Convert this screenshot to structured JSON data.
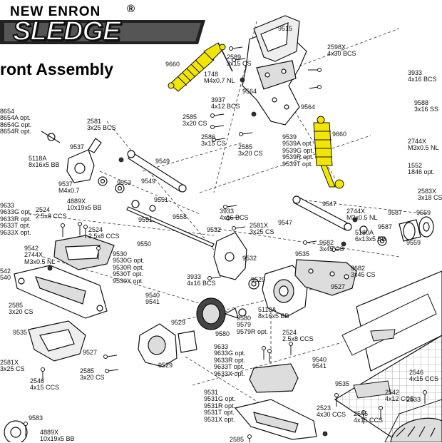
{
  "brand": {
    "logo_top": "NEW ENRON",
    "registered": "®",
    "logo_main": "SLEDGE"
  },
  "title": "ront Assembly",
  "accent_color": "#f2e600",
  "labels": [
    {
      "id": "l9515",
      "lines": [
        "9515"
      ]
    },
    {
      "id": "l2598x",
      "lines": [
        "2598X",
        "4x30 BCS"
      ]
    },
    {
      "id": "l2589",
      "lines": [
        "2589",
        "3x15 CS"
      ]
    },
    {
      "id": "l9660a",
      "lines": [
        "9660"
      ]
    },
    {
      "id": "l1748",
      "lines": [
        "1748",
        "M4x0.7 NL"
      ]
    },
    {
      "id": "l9564a",
      "lines": [
        "9564"
      ]
    },
    {
      "id": "l3933a",
      "lines": [
        "3933",
        "4x16 BCS"
      ]
    },
    {
      "id": "l9588",
      "lines": [
        "9588",
        "3x16 SS"
      ]
    },
    {
      "id": "l3937",
      "lines": [
        "3937",
        "4x12 BCS"
      ]
    },
    {
      "id": "l9564b",
      "lines": [
        "9564"
      ]
    },
    {
      "id": "l8654",
      "lines": [
        "8654",
        "8654A opt.",
        "8654G opt.",
        "8654R opt."
      ]
    },
    {
      "id": "l2581a",
      "lines": [
        "2581",
        "3x25 BCS"
      ]
    },
    {
      "id": "l2585a",
      "lines": [
        "2585",
        "3x20 CS"
      ]
    },
    {
      "id": "l9539",
      "lines": [
        "9539",
        "9539A opt.",
        "9539G opt.",
        "9539R opt.",
        "9539T opt."
      ]
    },
    {
      "id": "l9660b",
      "lines": [
        "9660"
      ]
    },
    {
      "id": "l2586",
      "lines": [
        "2586",
        "3x15 CS"
      ]
    },
    {
      "id": "l2585b",
      "lines": [
        "2585",
        "3x20 CS"
      ]
    },
    {
      "id": "l2744xa",
      "lines": [
        "2744X",
        "M3x0.5 NL"
      ]
    },
    {
      "id": "l9537a",
      "lines": [
        "9537"
      ]
    },
    {
      "id": "l5118aa",
      "lines": [
        "5118A",
        "8x16x5 BB"
      ]
    },
    {
      "id": "l9549",
      "lines": [
        "9549"
      ]
    },
    {
      "id": "l1552",
      "lines": [
        "1552",
        "1846 opt."
      ]
    },
    {
      "id": "l9537b",
      "lines": [
        "9537",
        "M4x0.7"
      ]
    },
    {
      "id": "l4889xa",
      "lines": [
        "4889X",
        "10x19x5 BB"
      ]
    },
    {
      "id": "l9553",
      "lines": [
        "9553"
      ]
    },
    {
      "id": "l9549b",
      "lines": [
        "9549"
      ]
    },
    {
      "id": "l9551a",
      "lines": [
        "9551"
      ]
    },
    {
      "id": "l2583x",
      "lines": [
        "2583X",
        "3x18 CS"
      ]
    },
    {
      "id": "l9633a",
      "lines": [
        "9633",
        "9633G opt.",
        "9633R opt.",
        "9633T opt.",
        "9633X opt."
      ]
    },
    {
      "id": "l2524a",
      "lines": [
        "2524",
        "2.5x8 CCS"
      ]
    },
    {
      "id": "l9551b",
      "lines": [
        "9551"
      ]
    },
    {
      "id": "l9558",
      "lines": [
        "9558"
      ]
    },
    {
      "id": "l9547a",
      "lines": [
        "9547"
      ]
    },
    {
      "id": "l9587a",
      "lines": [
        "9587"
      ]
    },
    {
      "id": "l9559a",
      "lines": [
        "9559"
      ]
    },
    {
      "id": "l2524b",
      "lines": [
        "2524",
        "2.5x8 CCS"
      ]
    },
    {
      "id": "l3933b",
      "lines": [
        "3933",
        "4x16 BCS"
      ]
    },
    {
      "id": "l2581xa",
      "lines": [
        "2581X",
        "3x25 CS"
      ]
    },
    {
      "id": "l2744xb",
      "lines": [
        "2744X",
        "M3x0.5 NL"
      ]
    },
    {
      "id": "l9547b",
      "lines": [
        "9547"
      ]
    },
    {
      "id": "l5180a",
      "lines": [
        "5180A",
        "6x13x5 BB"
      ]
    },
    {
      "id": "l9587b",
      "lines": [
        "9587"
      ]
    },
    {
      "id": "l9532a",
      "lines": [
        "9532"
      ]
    },
    {
      "id": "l9682a",
      "lines": [
        "9682",
        "3x45 CS"
      ]
    },
    {
      "id": "l9559b",
      "lines": [
        "9559"
      ]
    },
    {
      "id": "l9550",
      "lines": [
        "9550"
      ]
    },
    {
      "id": "l9542",
      "lines": [
        "9542",
        "2744X",
        "M3x0.5 NL"
      ]
    },
    {
      "id": "l9530",
      "lines": [
        "9530",
        "9530G opt.",
        "9530R opt.",
        "9530T opt.",
        "9530X opt."
      ]
    },
    {
      "id": "l9532b",
      "lines": [
        "9532"
      ]
    },
    {
      "id": "l9535a",
      "lines": [
        "9535"
      ]
    },
    {
      "id": "l9682b",
      "lines": [
        "9682",
        "3x45 CS"
      ]
    },
    {
      "id": "l542",
      "lines": [
        "542",
        "540"
      ]
    },
    {
      "id": "l3933c",
      "lines": [
        "3933",
        "4x16 BCS"
      ]
    },
    {
      "id": "l9529a",
      "lines": [
        "9529"
      ]
    },
    {
      "id": "l9527a",
      "lines": [
        "9527"
      ]
    },
    {
      "id": "l9540a",
      "lines": [
        "9540",
        "9541"
      ]
    },
    {
      "id": "l2585c",
      "lines": [
        "2585",
        "3x20 CS"
      ]
    },
    {
      "id": "l5118ab",
      "lines": [
        "5118A",
        "8x16x5 BB"
      ]
    },
    {
      "id": "l9529b",
      "lines": [
        "9529"
      ]
    },
    {
      "id": "l9580a",
      "lines": [
        "9580"
      ]
    },
    {
      "id": "l9580b",
      "lines": [
        "9580",
        "9579",
        "9579R opt."
      ]
    },
    {
      "id": "l9535b",
      "lines": [
        "9535"
      ]
    },
    {
      "id": "l2524c",
      "lines": [
        "2524",
        "2.5x8 CCS"
      ]
    },
    {
      "id": "l9527b",
      "lines": [
        "9527"
      ]
    },
    {
      "id": "l9633b",
      "lines": [
        "9633",
        "9633G opt.",
        "9633R opt.",
        "9633T opt.",
        "9633X opt."
      ]
    },
    {
      "id": "l2581xb",
      "lines": [
        "2581X",
        "3x25 CS"
      ]
    },
    {
      "id": "l9529c",
      "lines": [
        "9529"
      ]
    },
    {
      "id": "l9540b",
      "lines": [
        "9540",
        "9541"
      ]
    },
    {
      "id": "l2546a",
      "lines": [
        "2546",
        "4x15 CCS"
      ]
    },
    {
      "id": "l2585d",
      "lines": [
        "2585",
        "3x20 CS"
      ]
    },
    {
      "id": "l2546b",
      "lines": [
        "2546",
        "4x15 CCS"
      ]
    },
    {
      "id": "l9535c",
      "lines": [
        "9535"
      ]
    },
    {
      "id": "l2542",
      "lines": [
        "2542",
        "4x12 CCS"
      ]
    },
    {
      "id": "l9531",
      "lines": [
        "9531",
        "9531G opt.",
        "9531R opt.",
        "9531T opt.",
        "9531X opt."
      ]
    },
    {
      "id": "l2533",
      "lines": [
        "2533"
      ]
    },
    {
      "id": "l2523",
      "lines": [
        "2523",
        "4x30 CCS"
      ]
    },
    {
      "id": "l2546c",
      "lines": [
        "2546",
        "4x15 CCS"
      ]
    },
    {
      "id": "l9583",
      "lines": [
        "9583"
      ]
    },
    {
      "id": "l4889xb",
      "lines": [
        "4889X",
        "10x19x5 BB"
      ]
    },
    {
      "id": "l2585e",
      "lines": [
        "2585"
      ]
    }
  ]
}
